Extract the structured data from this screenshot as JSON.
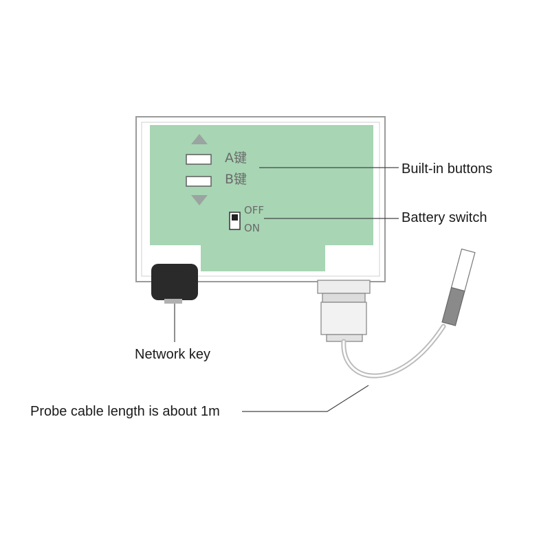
{
  "device": {
    "button_a_label": "A键",
    "button_b_label": "B键",
    "switch_off_label": "OFF",
    "switch_on_label": "ON",
    "board_color": "#a8d5b4",
    "network_key_color": "#2a2a2a"
  },
  "callouts": {
    "built_in_buttons": "Built-in buttons",
    "battery_switch": "Battery switch",
    "network_key": "Network key",
    "probe_cable": "Probe cable length is about 1m"
  }
}
